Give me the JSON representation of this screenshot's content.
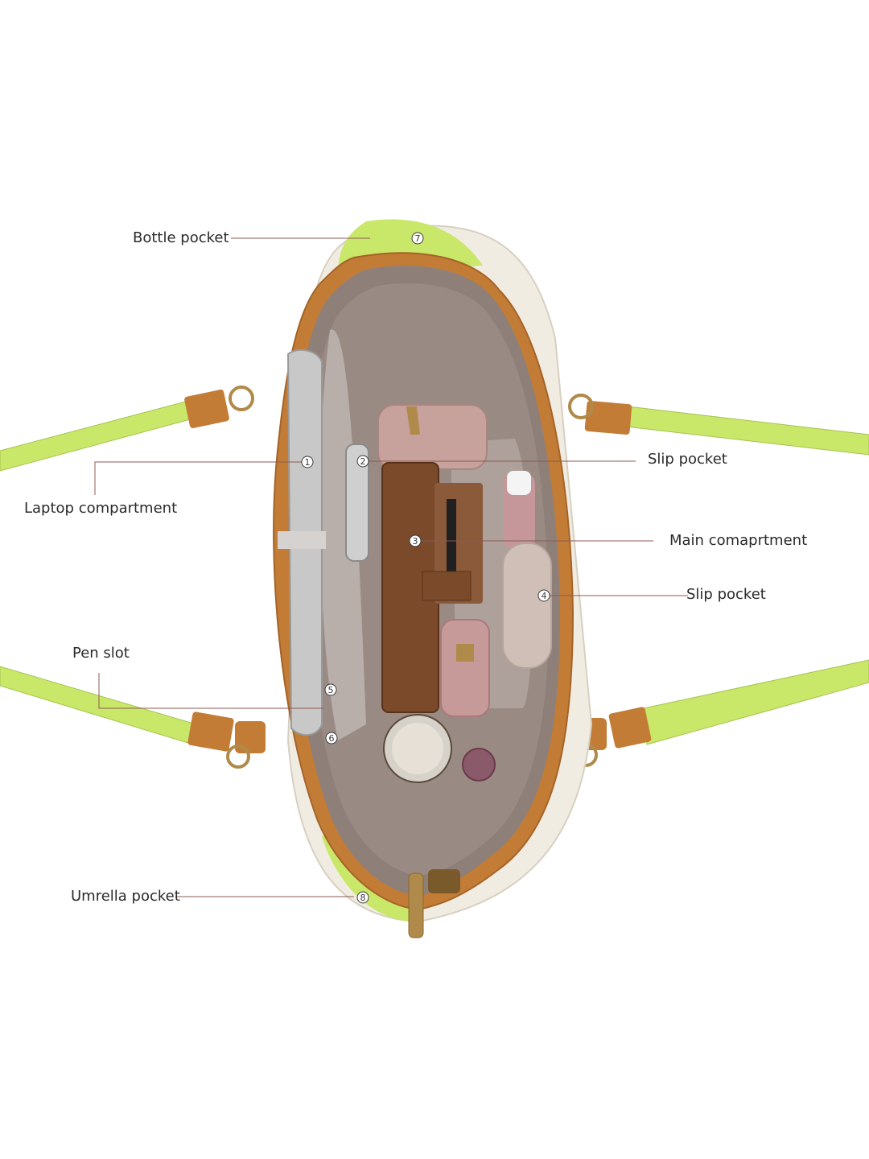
{
  "colors": {
    "strap_green": "#c9e86a",
    "leather_tan": "#c27c36",
    "cream": "#f1ece2",
    "lining": "#9a8a84",
    "leader_line": "#8c5a52"
  },
  "callouts": [
    {
      "id": "bottle-pocket",
      "label": "Bottle pocket",
      "marker": "7"
    },
    {
      "id": "laptop-compartment",
      "label": "Laptop compartment",
      "marker": "1"
    },
    {
      "id": "slip-pocket-top",
      "label": "Slip pocket",
      "marker": "2"
    },
    {
      "id": "main-compartment",
      "label": "Main comaprtment",
      "marker": "3"
    },
    {
      "id": "slip-pocket-side",
      "label": "Slip pocket",
      "marker": "4"
    },
    {
      "id": "pen-slot",
      "label": "Pen slot",
      "marker": "5"
    },
    {
      "id": "inner-slot",
      "label": "",
      "marker": "6"
    },
    {
      "id": "umbrella-pocket",
      "label": "Umrella pocket",
      "marker": "8"
    }
  ]
}
